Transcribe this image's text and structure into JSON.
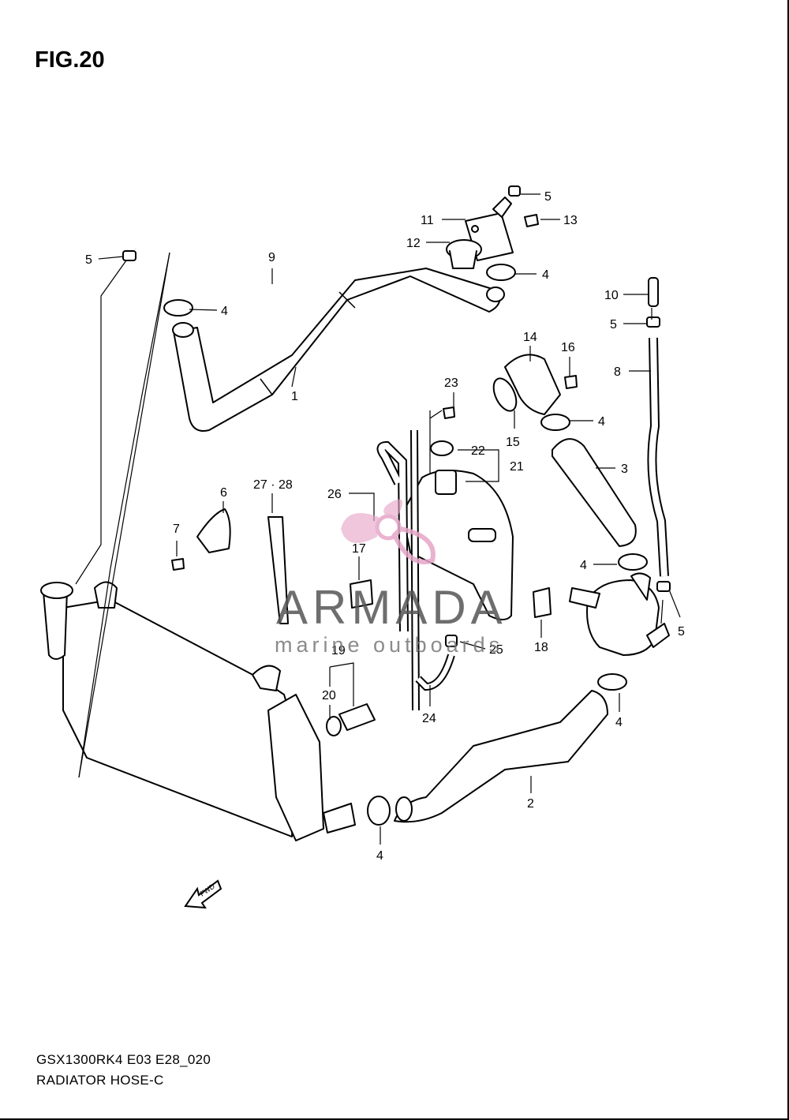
{
  "figure": {
    "title": "FIG.20",
    "code": "GSX1300RK4 E03 E28_020",
    "name": "RADIATOR HOSE-C",
    "direction_label": "FWD"
  },
  "watermark": {
    "brand": "ARMADA",
    "tagline": "marine outboards",
    "logo_color": "#e6a6c8"
  },
  "callouts": [
    "1",
    "2",
    "3",
    "4",
    "5",
    "6",
    "7",
    "8",
    "9",
    "10",
    "11",
    "12",
    "13",
    "14",
    "15",
    "16",
    "17",
    "18",
    "19",
    "20",
    "21",
    "22",
    "23",
    "24",
    "25",
    "26",
    "27 · 28"
  ]
}
